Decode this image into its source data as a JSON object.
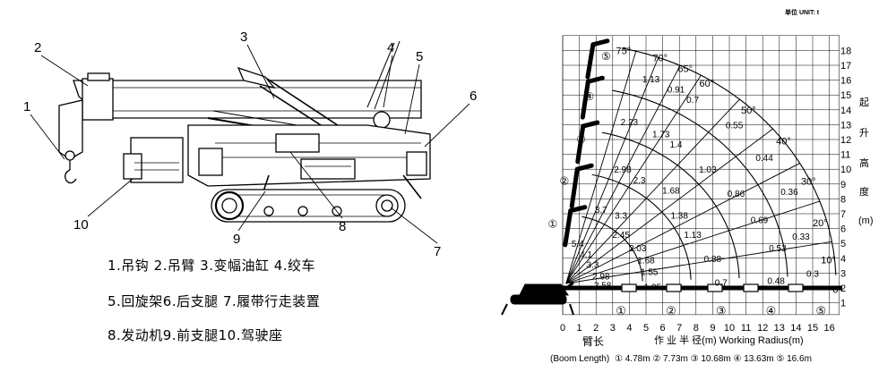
{
  "machine": {
    "callouts": [
      "1",
      "2",
      "3",
      "4",
      "5",
      "6",
      "7",
      "8",
      "9",
      "10"
    ],
    "legend": [
      "1.吊钩 2.吊臂 3.变幅油缸 4.绞车",
      "5.回旋架6.后支腿 7.履带行走装置",
      "8.发动机9.前支腿10.驾驶座"
    ]
  },
  "load_chart": {
    "unit_note": "单位 UNIT: t",
    "right_axis_label": [
      "起",
      "升",
      "高",
      "度",
      "(m)"
    ],
    "x_axis_caption": "作 业 半 径(m) Working Radius(m)",
    "boom_label_cn": "臂长",
    "boom_label_en": "(Boom Length)",
    "boom_lengths": "① 4.78m ② 7.73m ③ 10.68m ④ 13.63m ⑤ 16.6m",
    "section_markers": [
      "①",
      "②",
      "③",
      "④",
      "⑤"
    ],
    "angle_labels": [
      "75°",
      "70°",
      "65°",
      "60°",
      "50°",
      "40°",
      "30°",
      "20°",
      "10°",
      "0°"
    ],
    "x_ticks": [
      "0",
      "1",
      "2",
      "3",
      "4",
      "5",
      "6",
      "7",
      "8",
      "9",
      "10",
      "11",
      "12",
      "13",
      "14",
      "15",
      "16"
    ],
    "y_ticks": [
      "1",
      "2",
      "3",
      "4",
      "5",
      "6",
      "7",
      "8",
      "9",
      "10",
      "11",
      "12",
      "13",
      "14",
      "15",
      "16",
      "17",
      "18"
    ],
    "load_values": [
      "1.13",
      "0.91",
      "0.7",
      "0.55",
      "0.44",
      "0.36",
      "0.33",
      "0.3",
      "2.23",
      "1.73",
      "1.4",
      "1.03",
      "0.86",
      "0.69",
      "0.53",
      "0.48",
      "2.98",
      "2.3",
      "1.68",
      "1.38",
      "1.13",
      "0.88",
      "0.7",
      "3.7",
      "3.3",
      "2.45",
      "2.03",
      "1.68",
      "1.55",
      "1.35",
      "5.4",
      "4.1",
      "3.3",
      "2.98",
      "2.58"
    ]
  }
}
